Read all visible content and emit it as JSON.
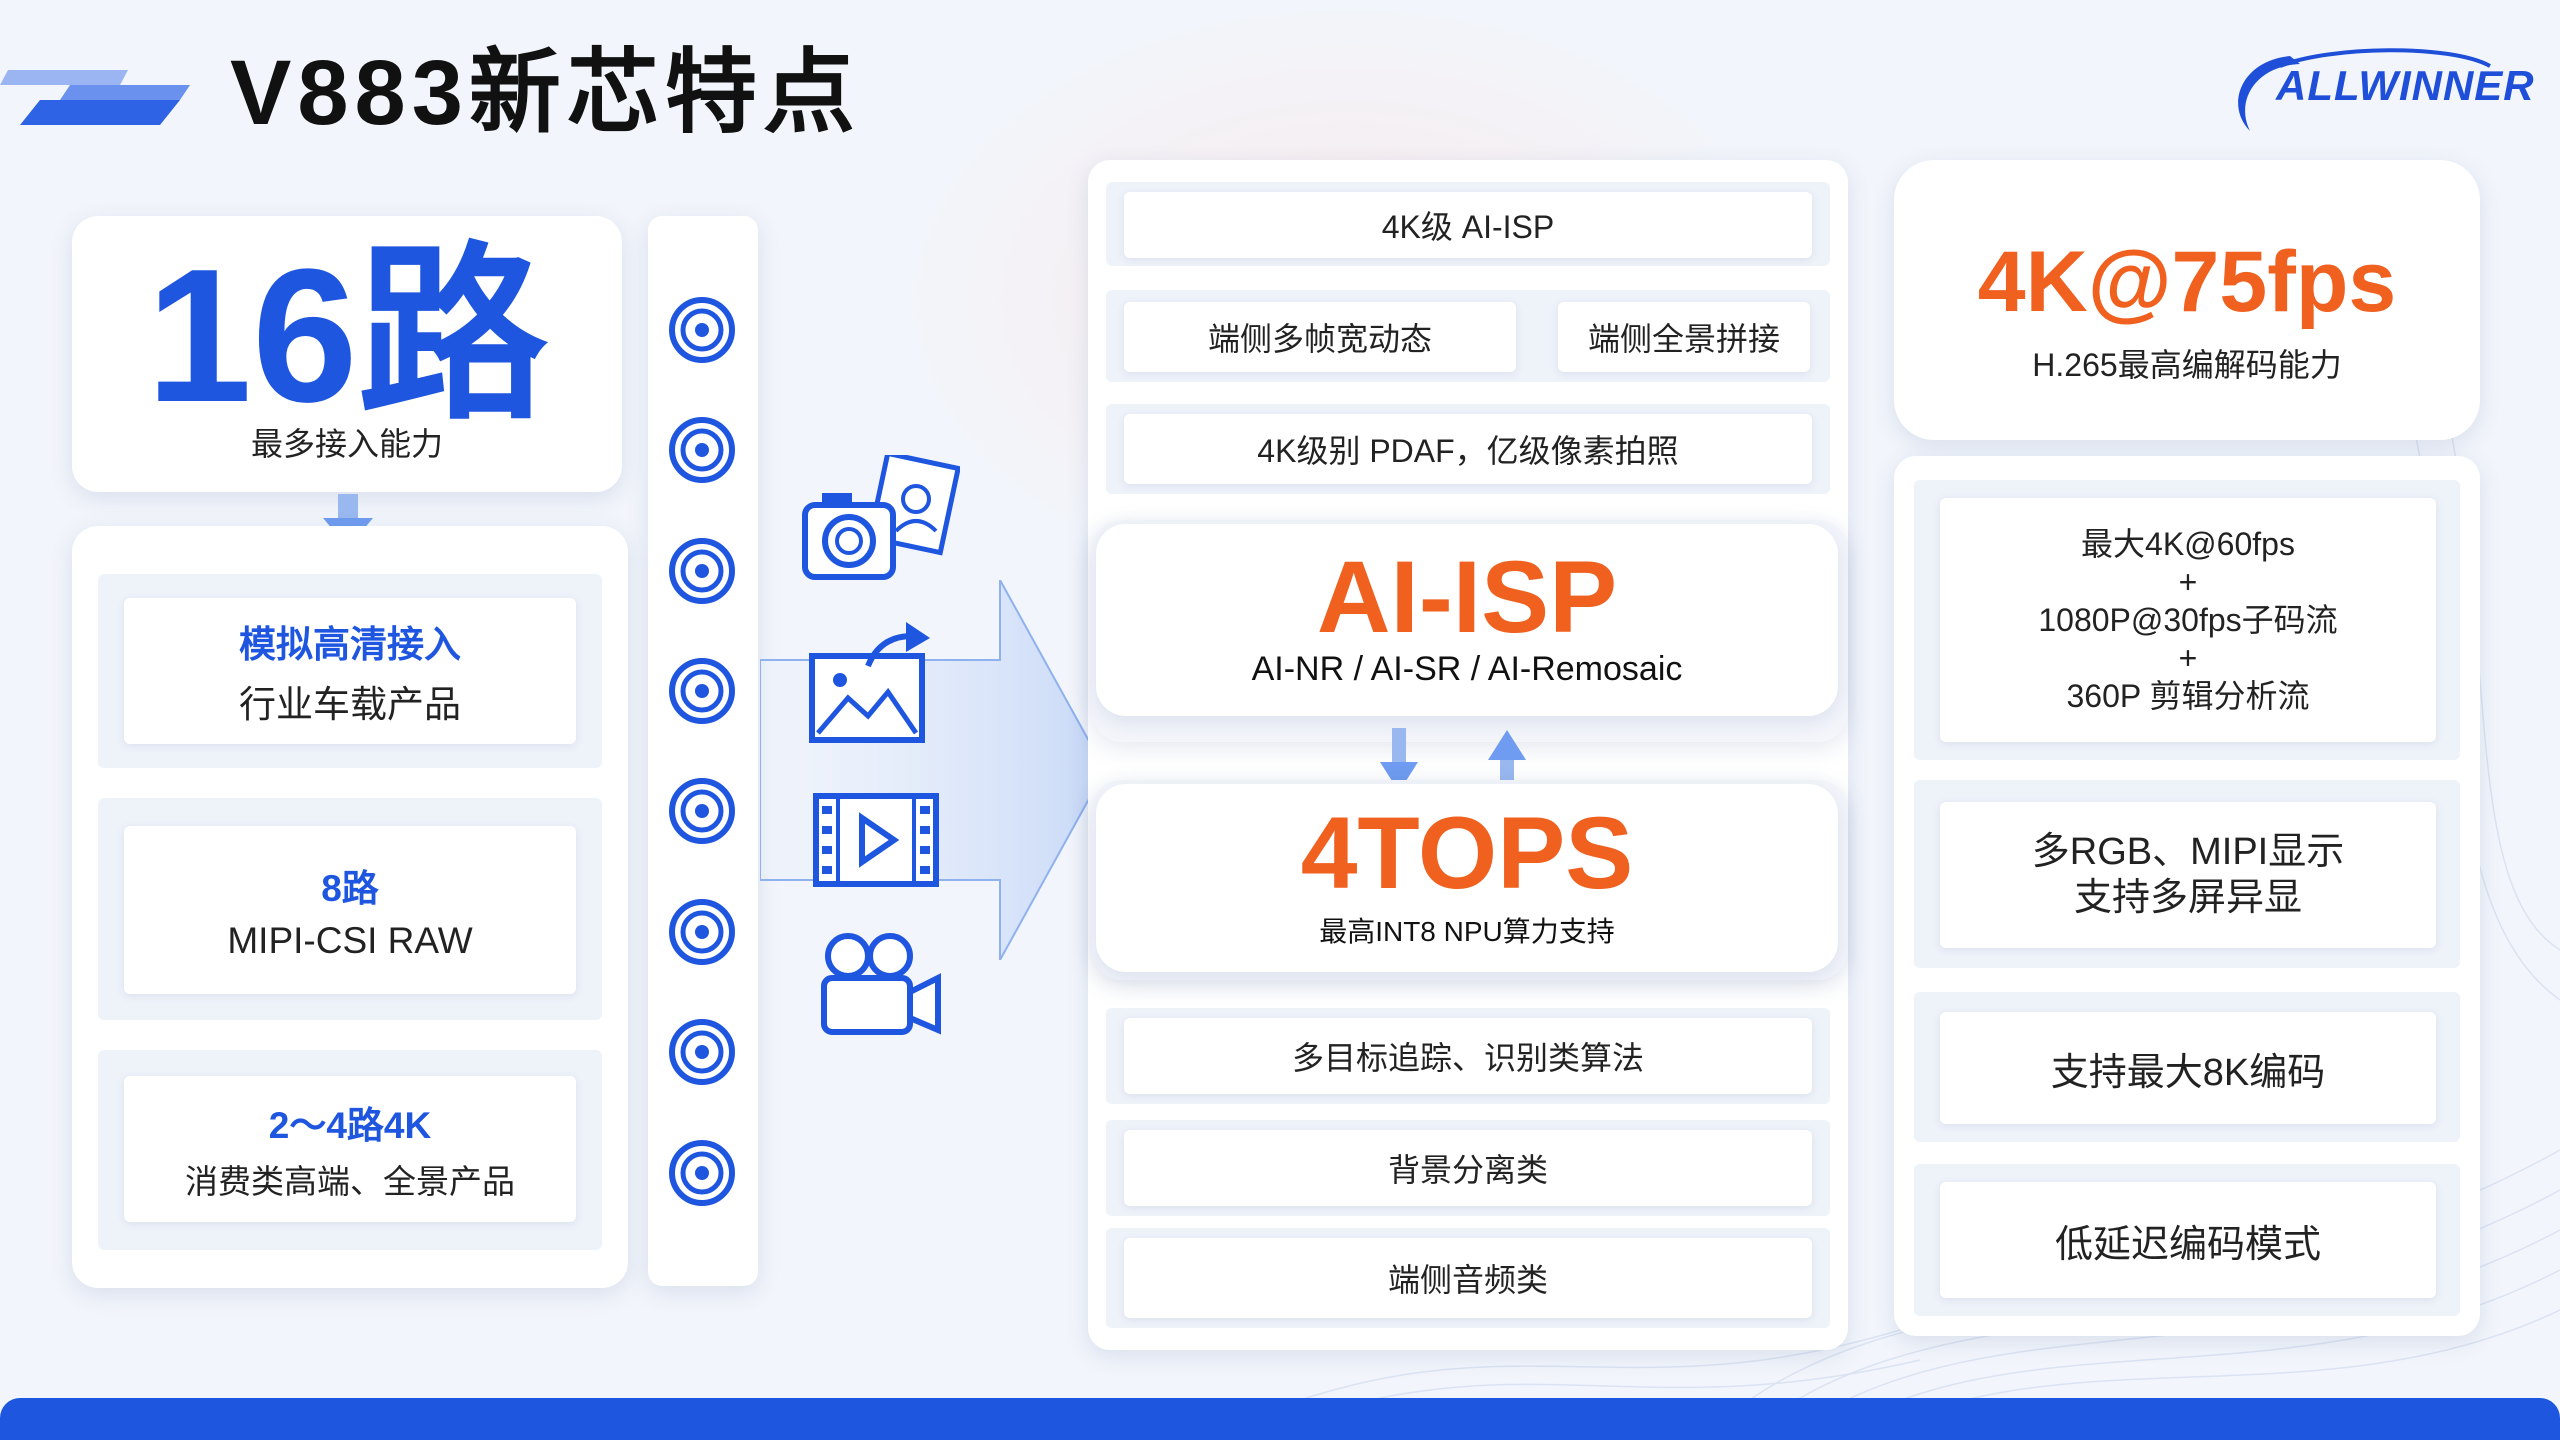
{
  "header": {
    "title": "V883新芯特点",
    "logo_text": "ALLWINNER"
  },
  "left": {
    "big_value": "16路",
    "big_caption": "最多接入能力",
    "items": [
      {
        "headline": "模拟高清接入",
        "caption": "行业车载产品"
      },
      {
        "headline": "8路",
        "caption": "MIPI-CSI RAW"
      },
      {
        "headline": "2～4路4K",
        "caption": "消费类高端、全景产品"
      }
    ]
  },
  "media_icons": [
    "camera-photo-icon",
    "image-share-icon",
    "video-film-icon",
    "video-camera-icon"
  ],
  "center": {
    "top_items": {
      "row1": "4K级 AI-ISP",
      "row2_left": "端侧多帧宽动态",
      "row2_right": "端侧全景拼接",
      "row3": "4K级别 PDAF，亿级像素拍照"
    },
    "isp_title": "AI-ISP",
    "isp_subtitle": "AI-NR / AI-SR / AI-Remosaic",
    "npu_title": "4TOPS",
    "npu_subtitle": "最高INT8 NPU算力支持",
    "bottom_items": [
      "多目标追踪、识别类算法",
      "背景分离类",
      "端侧音频类"
    ]
  },
  "right": {
    "big_value": "4K@75fps",
    "big_caption": "H.265最高编解码能力",
    "stream_lines": [
      "最大4K@60fps",
      "+",
      "1080P@30fps子码流",
      "+",
      "360P 剪辑分析流"
    ],
    "display": [
      "多RGB、MIPI显示",
      "支持多屏异显"
    ],
    "encode_max": "支持最大8K编码",
    "low_latency": "低延迟编码模式"
  },
  "colors": {
    "brand_blue": "#1f56e0",
    "accent_orange": "#f0601e",
    "footer_bar": "#1f56e0"
  }
}
